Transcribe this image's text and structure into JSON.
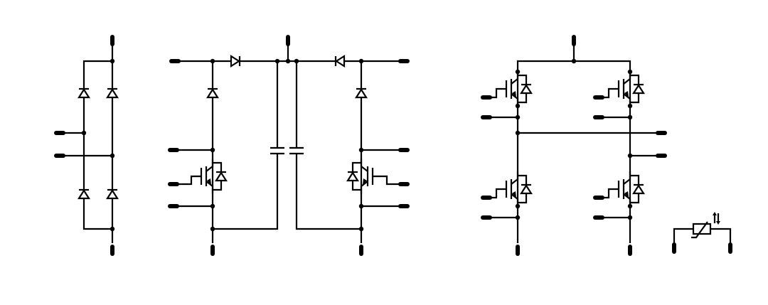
{
  "diagram": {
    "kind": "power-module-schematic",
    "wire_color": "#000000",
    "background": "#ffffff",
    "icons": [
      "diode-symbol",
      "igbt-symbol",
      "capacitor-symbol",
      "ntc-thermistor-symbol",
      "terminal-pin",
      "junction-dot"
    ],
    "sections": [
      {
        "name": "input-rectifier-bridge",
        "diodes": 4
      },
      {
        "name": "boost-pfc-stage",
        "igbts": 2,
        "diodes": 4,
        "capacitors": 2
      },
      {
        "name": "output-h-bridge",
        "igbts": 4
      },
      {
        "name": "ntc-thermistor",
        "thermistors": 1
      }
    ]
  }
}
